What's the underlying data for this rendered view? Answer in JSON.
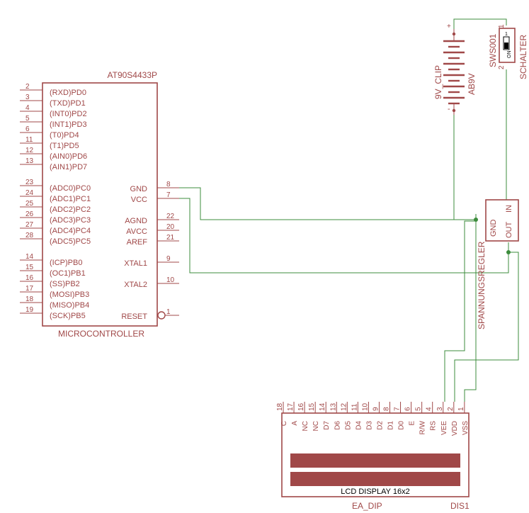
{
  "colors": {
    "part": "#a04848",
    "wire": "#3c8c3c",
    "lcd_bar": "#a04848"
  },
  "mcu": {
    "part_name": "AT90S4433P",
    "part_type": "MICROCONTROLLER",
    "left_pins": [
      {
        "num": "2",
        "name": "(RXD)PD0"
      },
      {
        "num": "3",
        "name": "(TXD)PD1"
      },
      {
        "num": "4",
        "name": "(INT0)PD2"
      },
      {
        "num": "5",
        "name": "(INT1)PD3"
      },
      {
        "num": "6",
        "name": "(T0)PD4"
      },
      {
        "num": "11",
        "name": "(T1)PD5"
      },
      {
        "num": "12",
        "name": "(AIN0)PD6"
      },
      {
        "num": "13",
        "name": "(AIN1)PD7"
      },
      {
        "num": "23",
        "name": "(ADC0)PC0"
      },
      {
        "num": "24",
        "name": "(ADC1)PC1"
      },
      {
        "num": "25",
        "name": "(ADC2)PC2"
      },
      {
        "num": "26",
        "name": "(ADC3)PC3"
      },
      {
        "num": "27",
        "name": "(ADC4)PC4"
      },
      {
        "num": "28",
        "name": "(ADC5)PC5"
      },
      {
        "num": "14",
        "name": "(ICP)PB0"
      },
      {
        "num": "15",
        "name": "(OC1)PB1"
      },
      {
        "num": "16",
        "name": "(SS)PB2"
      },
      {
        "num": "17",
        "name": "(MOSI)PB3"
      },
      {
        "num": "18",
        "name": "(MISO)PB4"
      },
      {
        "num": "19",
        "name": "(SCK)PB5"
      }
    ],
    "right_pins": [
      {
        "num": "8",
        "name": "GND"
      },
      {
        "num": "7",
        "name": "VCC"
      },
      {
        "num": "22",
        "name": "AGND"
      },
      {
        "num": "20",
        "name": "AVCC"
      },
      {
        "num": "21",
        "name": "AREF"
      },
      {
        "num": "9",
        "name": "XTAL1"
      },
      {
        "num": "10",
        "name": "XTAL2"
      },
      {
        "num": "1",
        "name": "RESET"
      }
    ]
  },
  "battery": {
    "name": "9V_CLIP",
    "value": "AB9V",
    "plus": "+",
    "minus": "-"
  },
  "switch": {
    "name": "SWS001",
    "value": "SCHALTER",
    "pin1": "1",
    "pin2": "2",
    "on_label": "ON",
    "marker": "1"
  },
  "regulator": {
    "name": "SPANNUNGSREGLER",
    "gnd": "GND",
    "out": "OUT",
    "in": "IN"
  },
  "lcd": {
    "pins": [
      {
        "num": "18",
        "name": "C"
      },
      {
        "num": "17",
        "name": "A"
      },
      {
        "num": "16",
        "name": "NC"
      },
      {
        "num": "15",
        "name": "NC"
      },
      {
        "num": "14",
        "name": "D7"
      },
      {
        "num": "13",
        "name": "D6"
      },
      {
        "num": "12",
        "name": "D5"
      },
      {
        "num": "11",
        "name": "D4"
      },
      {
        "num": "10",
        "name": "D3"
      },
      {
        "num": "9",
        "name": "D2"
      },
      {
        "num": "8",
        "name": "D1"
      },
      {
        "num": "7",
        "name": "D0"
      },
      {
        "num": "6",
        "name": "E"
      },
      {
        "num": "5",
        "name": "R/W"
      },
      {
        "num": "4",
        "name": "RS"
      },
      {
        "num": "3",
        "name": "VEE"
      },
      {
        "num": "2",
        "name": "VDD"
      },
      {
        "num": "1",
        "name": "VSS"
      }
    ],
    "title": "LCD DISPLAY 16x2",
    "value": "EA_DIP",
    "name": "DIS1"
  }
}
